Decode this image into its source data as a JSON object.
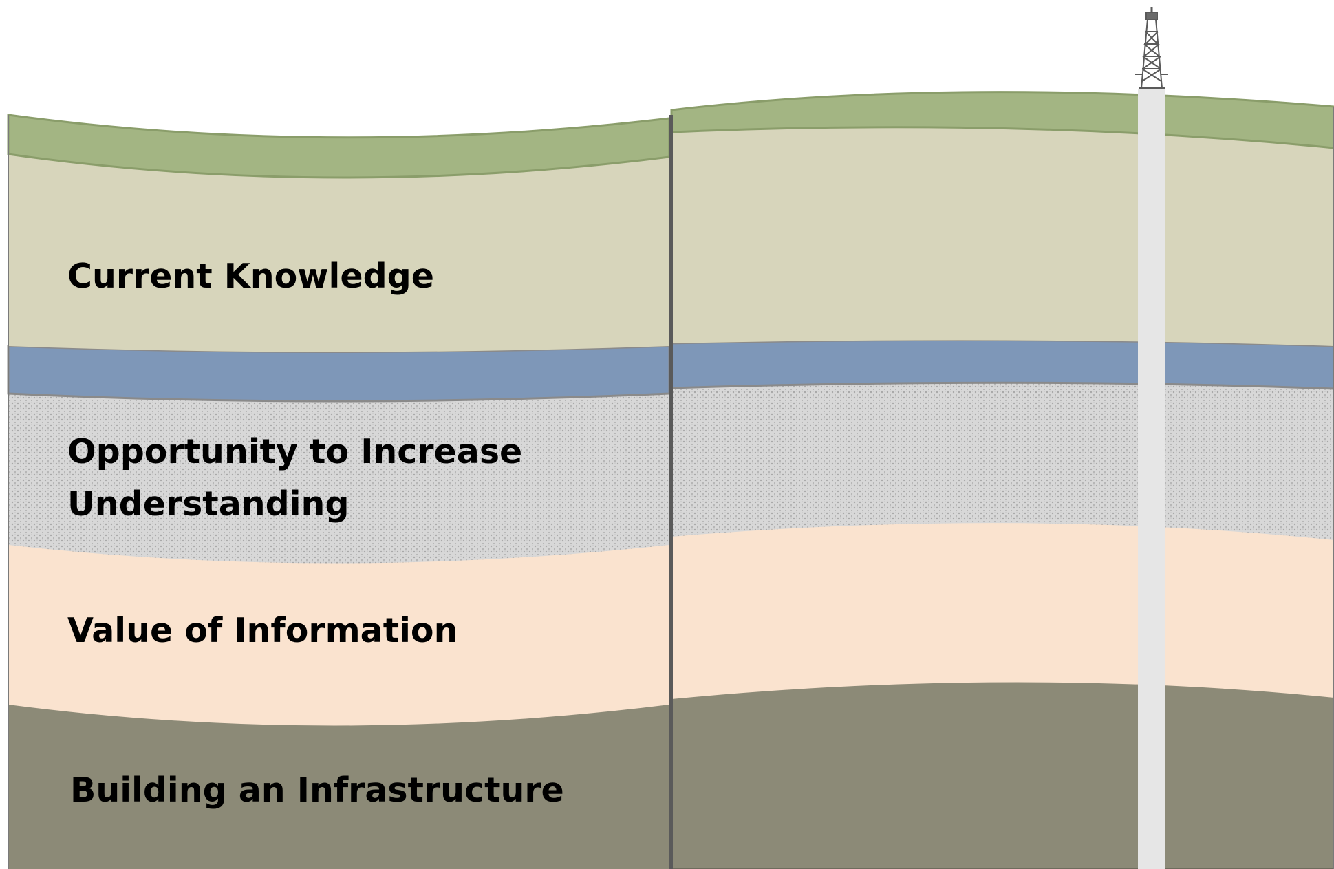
{
  "labels": {
    "current_knowledge": "Current Knowledge",
    "opportunity_line1": "Opportunity to Increase",
    "opportunity_line2": "Understanding",
    "value_of_information": "Value of Information",
    "building_infrastructure": "Building an Infrastructure"
  },
  "colors": {
    "topsoil": "#a3b583",
    "knowledge": "#d7d5bb",
    "water": "#7e97b8",
    "sand": "#d6d6d6",
    "value": "#fae3cf",
    "bedrock": "#8c8a77",
    "borehole": "#e6e6e6",
    "fault": "#5a5a5a"
  }
}
